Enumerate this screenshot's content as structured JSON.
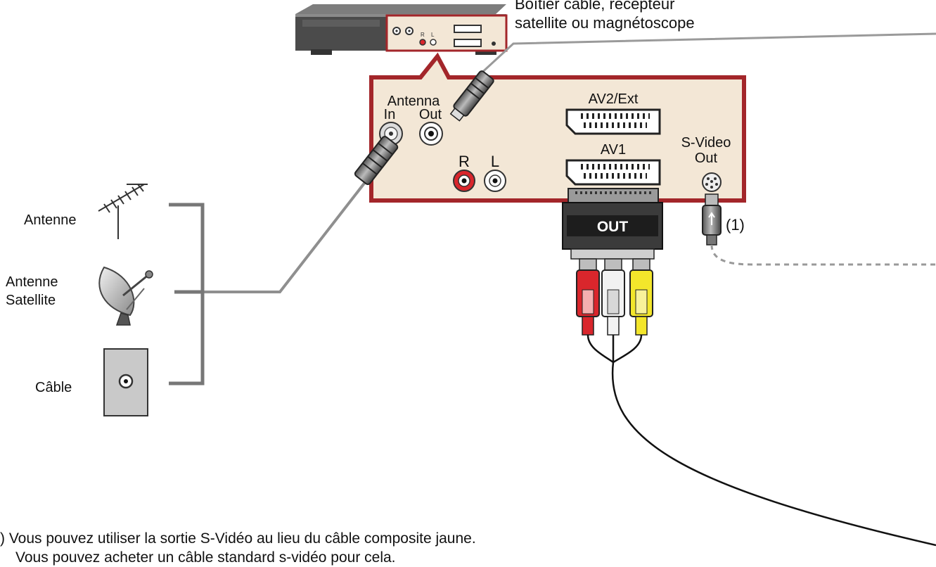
{
  "diagram": {
    "source_device_label_line1": "Boîtier câble, récepteur",
    "source_device_label_line2": "satellite ou magnétoscope",
    "antenna_label": "Antenna",
    "antenna_in_label": "In",
    "antenna_out_label": "Out",
    "audio_r_label": "R",
    "audio_l_label": "L",
    "av2_label": "AV2/Ext",
    "av1_label": "AV1",
    "svideo_label_line1": "S-Video",
    "svideo_label_line2": "Out",
    "scart_adapter_label": "OUT",
    "svideo_footnote_marker": "(1)",
    "mini_panel_r": "R",
    "mini_panel_l": "L",
    "sources": {
      "antenna": "Antenne",
      "satellite_line1": "Antenne",
      "satellite_line2": "Satellite",
      "cable": "Câble"
    },
    "footnote": {
      "line1": ") Vous pouvez utiliser la sortie S-Vidéo au lieu du câble composite jaune.",
      "line2": "Vous pouvez acheter un câble standard s-vidéo pour cela."
    },
    "colors": {
      "panel_border": "#a3262a",
      "panel_fill": "#f3e7d6",
      "rca_red": "#d9262c",
      "rca_white": "#f2f2f2",
      "rca_yellow": "#f3e62b",
      "bracket_gray": "#777777"
    }
  }
}
